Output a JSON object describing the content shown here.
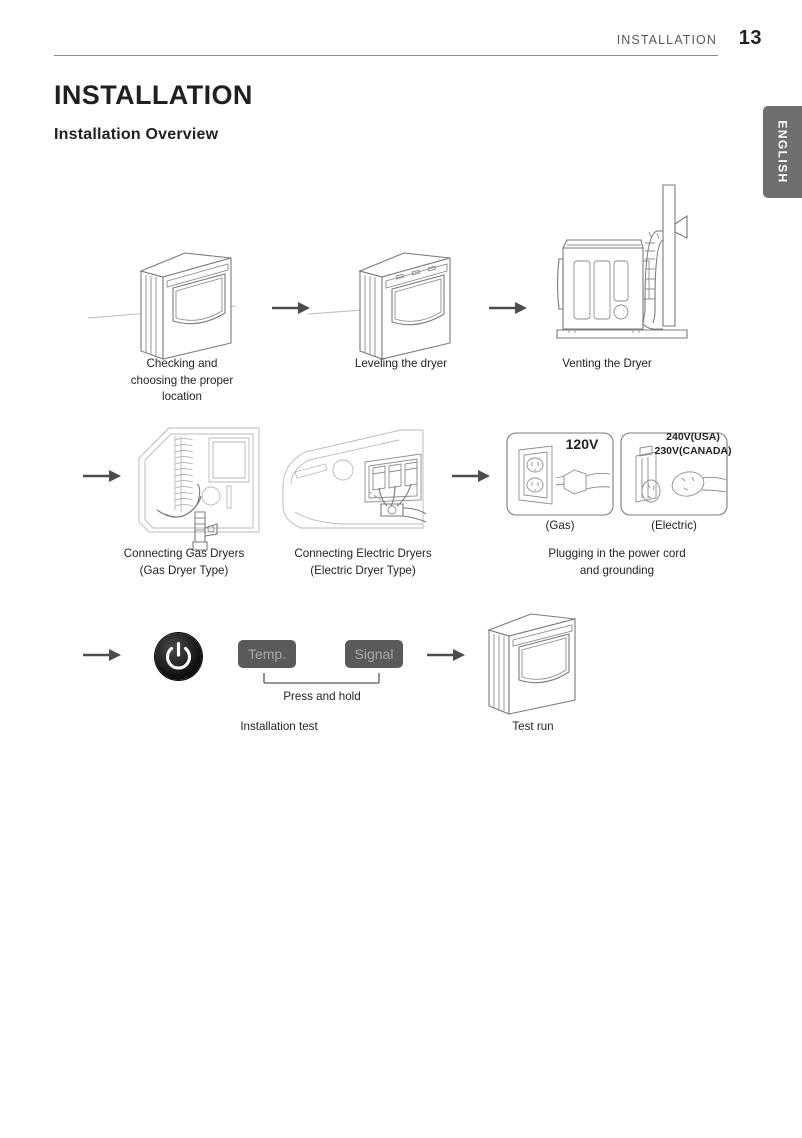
{
  "header": {
    "section": "INSTALLATION",
    "page_number": "13",
    "language_tab": "ENGLISH"
  },
  "titles": {
    "h1": "INSTALLATION",
    "h2": "Installation Overview"
  },
  "steps": [
    {
      "id": "checking-location",
      "caption": "Checking and\nchoosing the proper\nlocation",
      "icon": "dryer-front-icon"
    },
    {
      "id": "leveling",
      "caption": "Leveling the dryer",
      "icon": "dryer-leveling-icon"
    },
    {
      "id": "venting",
      "caption": "Venting the Dryer",
      "icon": "dryer-vent-icon"
    },
    {
      "id": "connecting-gas",
      "caption": "Connecting Gas Dryers\n(Gas Dryer Type)",
      "icon": "gas-connection-icon"
    },
    {
      "id": "connecting-electric",
      "caption": "Connecting Electric Dryers\n(Electric Dryer Type)",
      "icon": "electric-connection-icon"
    },
    {
      "id": "plugging-in",
      "caption": "Plugging in the power cord\nand grounding",
      "icon": "power-outlet-icon"
    },
    {
      "id": "installation-test",
      "caption": "Installation test",
      "icon": "control-panel-icon"
    },
    {
      "id": "test-run",
      "caption": "Test run",
      "icon": "dryer-front-icon"
    }
  ],
  "power": {
    "gas_voltage": "120V",
    "gas_label": "(Gas)",
    "electric_voltage_usa": "240V(USA)",
    "electric_voltage_canada": "230V(CANADA)",
    "electric_label": "(Electric)"
  },
  "test": {
    "button_temp": "Temp.",
    "button_signal": "Signal",
    "press_and_hold": "Press and hold"
  },
  "captions": {
    "checking": "Checking and",
    "checking2": "choosing the proper",
    "checking3": "location",
    "leveling": "Leveling the dryer",
    "venting": "Venting the Dryer",
    "gas_l1": "Connecting Gas Dryers",
    "gas_l2": "(Gas Dryer Type)",
    "elec_l1": "Connecting Electric Dryers",
    "elec_l2": "(Electric Dryer Type)",
    "plug_l1": "Plugging in the power cord",
    "plug_l2": "and grounding",
    "install_test": "Installation test",
    "test_run": "Test run"
  },
  "colors": {
    "text": "#231f20",
    "rule": "#8c8c8c",
    "tab_bg": "#6e6f71",
    "line_art": "#7b7b80",
    "arrow": "#4d4d4f",
    "ui_button": "#5b5a5a"
  }
}
